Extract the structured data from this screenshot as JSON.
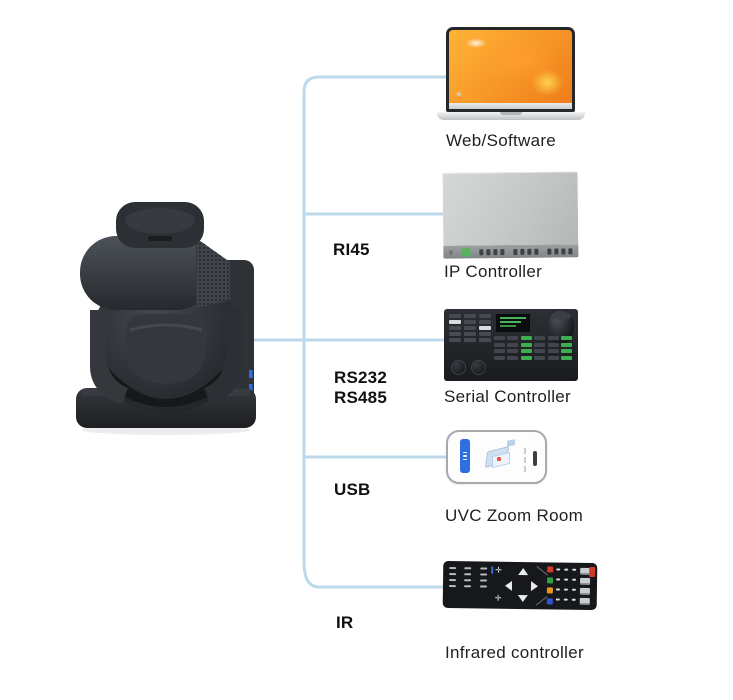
{
  "diagram_type": "camera-connectivity-diagram",
  "devices": [
    {
      "id": "web",
      "label": "Web/Software",
      "protocol": "",
      "graphic": "macbook-laptop"
    },
    {
      "id": "ip",
      "label": "IP Controller",
      "protocol": "RI45",
      "graphic": "network-controller-box"
    },
    {
      "id": "serial",
      "label": "Serial Controller",
      "protocol": "RS232 RS485",
      "graphic": "joystick-keyboard-controller"
    },
    {
      "id": "uvc",
      "label": "UVC Zoom Room",
      "protocol": "USB",
      "graphic": "smartphone-landscape"
    },
    {
      "id": "infrared",
      "label": "Infrared controller",
      "protocol": "IR",
      "graphic": "remote-control"
    }
  ],
  "protocol_labels": {
    "rj45": "RI45",
    "rs232": "RS232",
    "rs485": "RS485",
    "usb": "USB",
    "ir": "IR"
  },
  "source_device": "ptz-camera",
  "colors": {
    "background": "#ffffff",
    "connector_line": "#bcdaeb",
    "protocol_text": "#101010",
    "device_text": "#1f1f1f",
    "wallpaper_orange": "#f59a2b",
    "led_green": "#57b45e",
    "pad_green": "#3fae52",
    "phone_accent_blue": "#2e6fe0",
    "remote_red": "#d23a2e",
    "remote_green": "#2f9e44",
    "remote_orange": "#e8961e",
    "remote_blue": "#2f55d4"
  }
}
